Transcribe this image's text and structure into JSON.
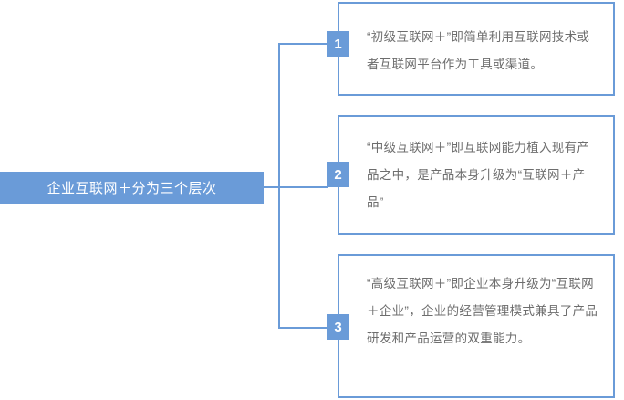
{
  "diagram": {
    "type": "tree-breakdown",
    "root": {
      "label": "企业互联网＋分为三个层次"
    },
    "accent_color": "#6a9bd8",
    "text_color": "#6d6d6d",
    "background_color": "#ffffff",
    "branches": [
      {
        "number": "1",
        "text": "“初级互联网＋”即简单利用互联网技术或者互联网平台作为工具或渠道。"
      },
      {
        "number": "2",
        "text": "“中级互联网＋”即互联网能力植入现有产品之中，是产品本身升级为“互联网＋产品”"
      },
      {
        "number": "3",
        "text": "“高级互联网＋”即企业本身升级为“互联网＋企业”，企业的经营管理模式兼具了产品研发和产品运营的双重能力。"
      }
    ]
  }
}
